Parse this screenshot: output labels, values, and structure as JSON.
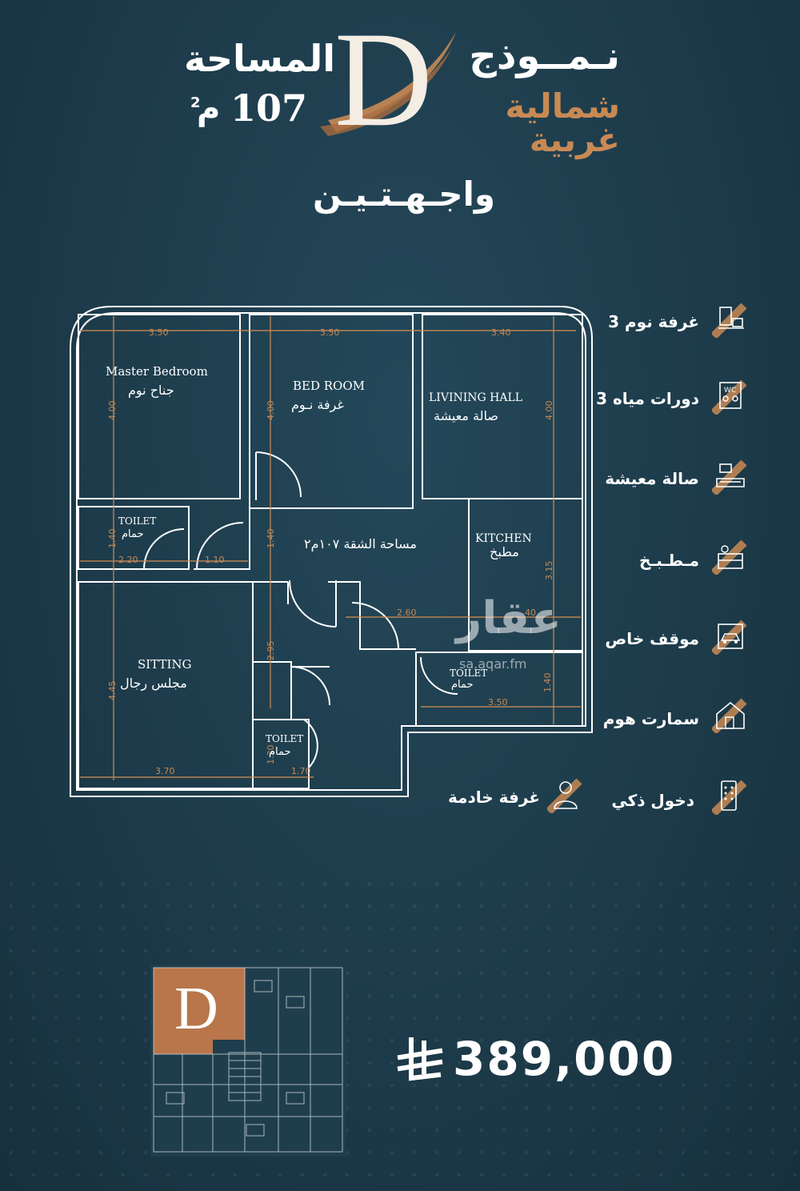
{
  "header": {
    "model_title": "نـمــوذج",
    "orientation": "شمالية غربية",
    "model_letter": "D",
    "area_label": "المساحة",
    "area_value": "107",
    "area_unit": "م",
    "area_sup": "2",
    "facades": "واجـهـتـيـن"
  },
  "plan": {
    "rooms": {
      "master_bedroom_en": "Master Bedroom",
      "master_bedroom_ar": "جناح نوم",
      "bedroom_en": "BED ROOM",
      "bedroom_ar": "غرفة نـوم",
      "living_en": "LIVINING HALL",
      "living_ar": "صالة معيشة",
      "toilet_en": "TOILET",
      "toilet_ar": "حمام",
      "kitchen_en": "KITCHEN",
      "kitchen_ar": "مطبخ",
      "sitting_en": "SITTING",
      "sitting_ar": "مجلس رجال",
      "apartment_area": "مساحة الشقة ١٠٧م٢"
    },
    "dims": {
      "d1": "3.50",
      "d2": "3.50",
      "d3": "3.40",
      "d4": "4.00",
      "d5": "4.00",
      "d6": "4.00",
      "d7": "1.40",
      "d8": "2.20",
      "d9": "1.10",
      "d10": "1.40",
      "d11": "3.15",
      "d12": "2.60",
      "d13": "1.40",
      "d14": "3.50",
      "d15": "4.45",
      "d16": "2.95",
      "d17": "3.70",
      "d18": "1.30",
      "d19": "1.70",
      "d20": "40"
    }
  },
  "features": [
    {
      "label": "3 غرفة نوم",
      "icon": "bedroom-icon"
    },
    {
      "label": "3 دورات مياه",
      "icon": "wc-icon"
    },
    {
      "label": "صالة معيشة",
      "icon": "living-room-icon"
    },
    {
      "label": "مـطـبـخ",
      "icon": "kitchen-icon"
    },
    {
      "label": "موقف خاص",
      "icon": "parking-icon"
    },
    {
      "label": "سمارت هوم",
      "icon": "smart-home-icon"
    },
    {
      "label": "دخول ذكي",
      "icon": "smart-entry-icon"
    },
    {
      "label": "غرفة خادمة",
      "icon": "maid-room-icon"
    }
  ],
  "watermark": {
    "brand": "عقار",
    "url": "sa.aqar.fm"
  },
  "price": {
    "value": "389,000",
    "currency_icon": "riyal-symbol-icon"
  },
  "key_plan": {
    "letter": "D"
  },
  "colors": {
    "background": "#1d3b4a",
    "accent": "#c88a54",
    "text": "#ffffff"
  }
}
